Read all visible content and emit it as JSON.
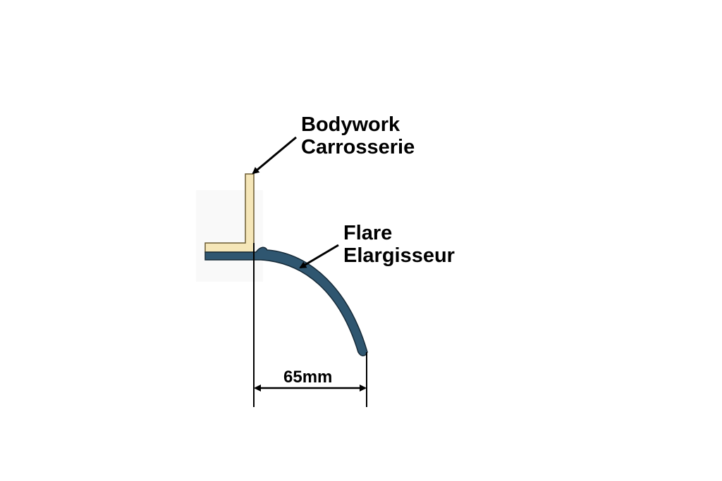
{
  "labels": {
    "bodywork_en": "Bodywork",
    "bodywork_fr": "Carrosserie",
    "flare_en": "Flare",
    "flare_fr": "Elargisseur"
  },
  "dimension": {
    "text": "65mm"
  },
  "colors": {
    "bodywork_fill": "#f5e6b8",
    "bodywork_stroke": "#6b5a30",
    "flare_fill": "#2f5670",
    "flare_stroke": "#162a38",
    "line": "#000000",
    "background": "#ffffff"
  }
}
